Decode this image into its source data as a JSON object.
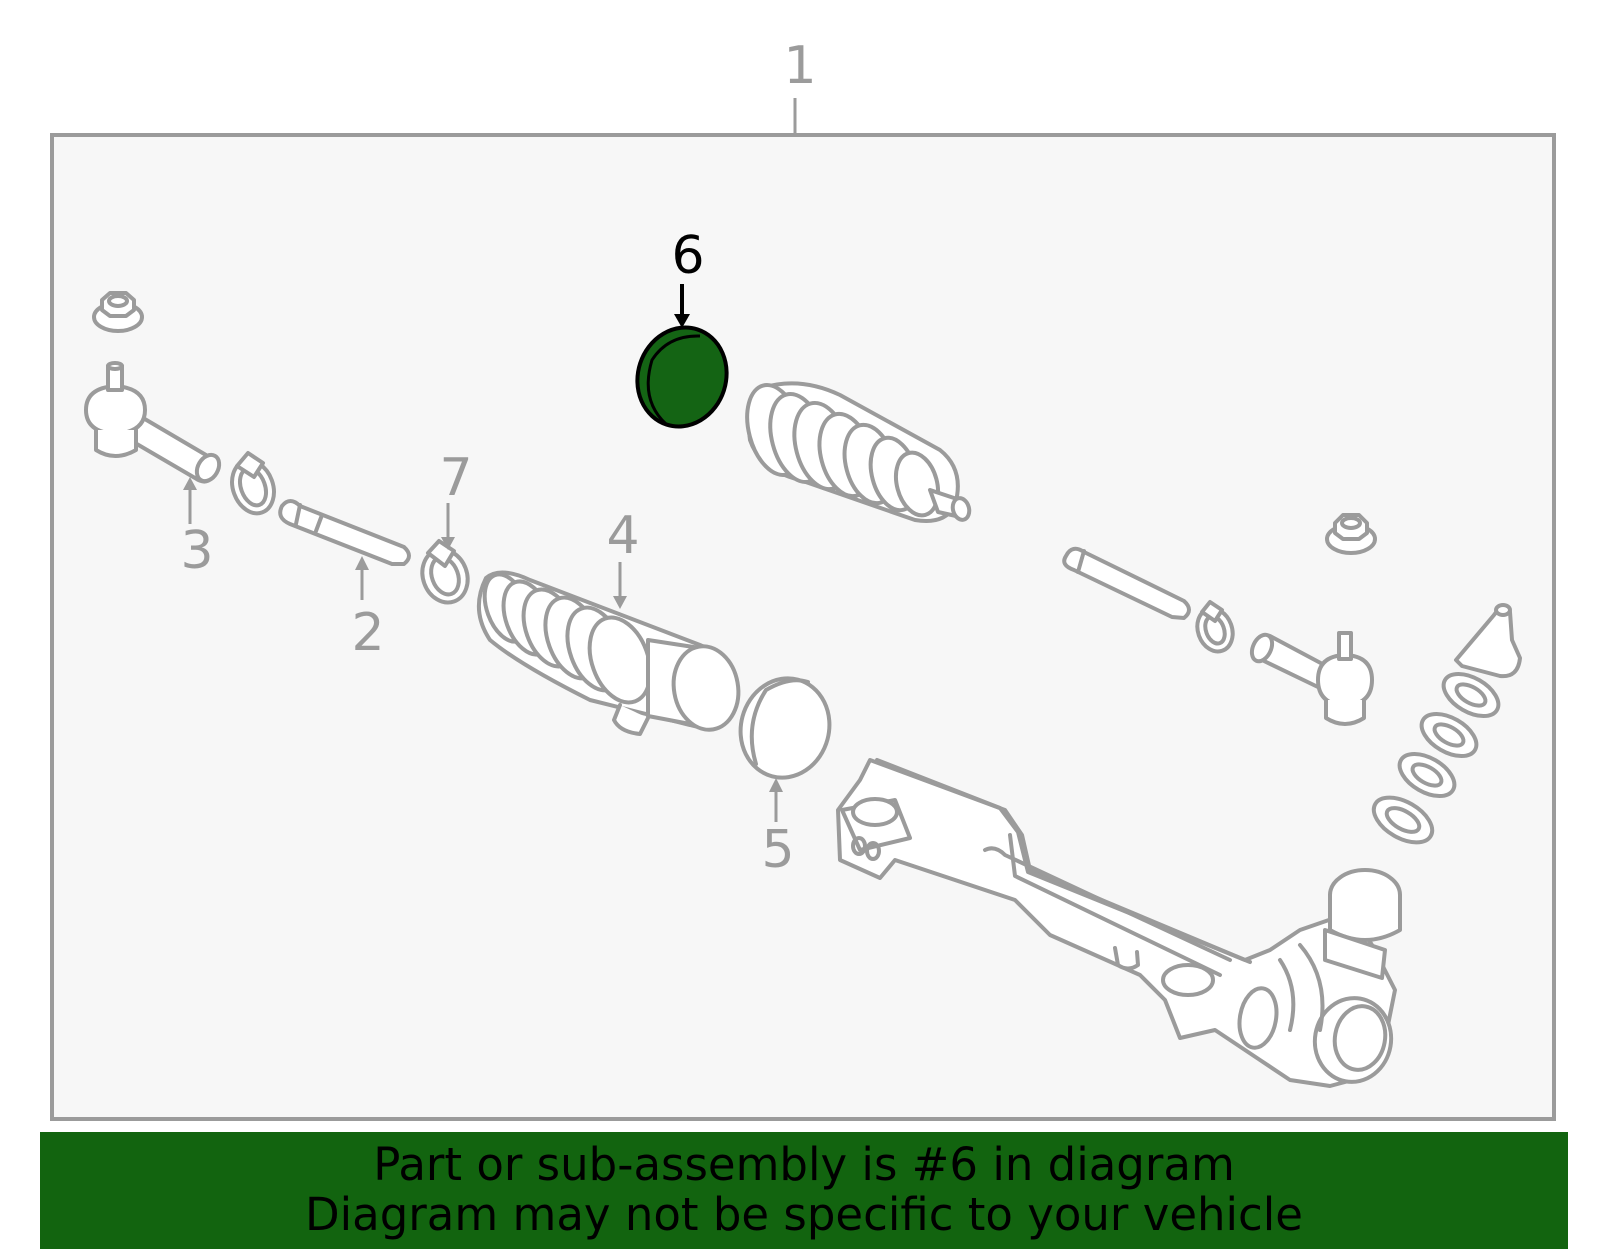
{
  "callouts": {
    "c1": "1",
    "c2": "2",
    "c3": "3",
    "c4": "4",
    "c5": "5",
    "c6": "6",
    "c7": "7"
  },
  "highlight": {
    "part_number": "6",
    "color": "#146414"
  },
  "banner": {
    "line1": "Part or sub-assembly is #6 in diagram",
    "line2": "Diagram may not be specific to your vehicle",
    "color": "#12640f"
  }
}
